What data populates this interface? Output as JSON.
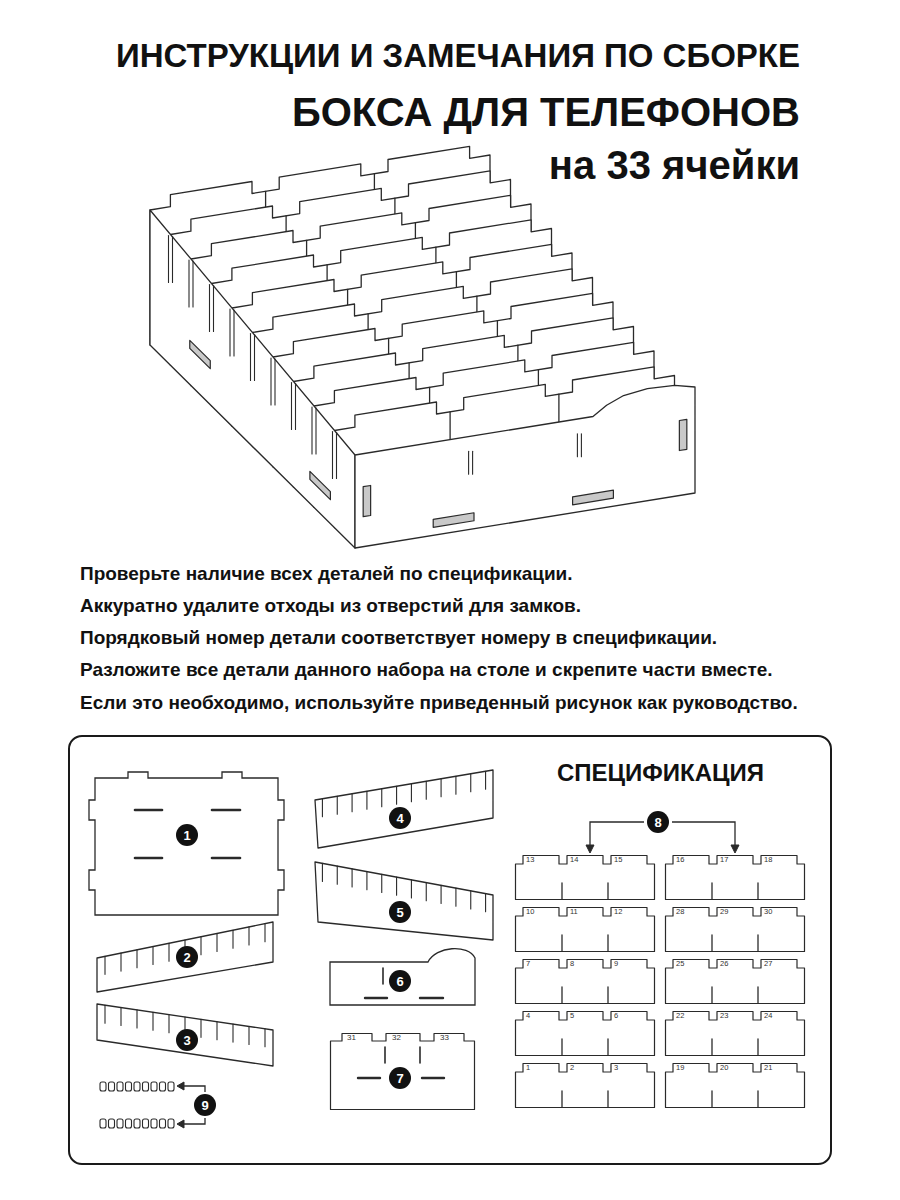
{
  "diagram": {
    "title": "ИНСТРУКЦИИ И ЗАМЕЧАНИЯ ПО СБОРКЕ",
    "nodes": [
      {
        "text": [
          "СПЕЦИФИКАЦИЯ"
        ]
      },
      {
        "text": [
          "1"
        ],
        "in": 0
      },
      {
        "text": [
          "2"
        ],
        "in": 0
      },
      {
        "text": [
          "3"
        ],
        "in": 0
      },
      {
        "text": [
          "4"
        ],
        "in": 0
      },
      {
        "text": [
          "5"
        ],
        "in": 0
      },
      {
        "text": [
          "6"
        ],
        "in": 0
      },
      {
        "text": [
          "31",
          "32",
          "33"
        ],
        "in": 0
      },
      {
        "text": [
          "7"
        ],
        "in": 7
      },
      {
        "text": [
          "8"
        ],
        "in": 0
      },
      {
        "text": [
          "9"
        ],
        "in": 0
      },
      {
        "text": [
          "13",
          "14",
          "15"
        ],
        "in": 0
      },
      {
        "text": [
          "16",
          "17",
          "18"
        ],
        "in": 0
      },
      {
        "text": [
          "10",
          "11",
          "12"
        ],
        "in": 0
      },
      {
        "text": [
          "28",
          "29",
          "30"
        ],
        "in": 0
      },
      {
        "text": [
          "7",
          "8",
          "9"
        ],
        "in": 0
      },
      {
        "text": [
          "25",
          "26",
          "27"
        ],
        "in": 0
      },
      {
        "text": [
          "4",
          "5",
          "6"
        ],
        "in": 0
      },
      {
        "text": [
          "22",
          "23",
          "24"
        ],
        "in": 0
      },
      {
        "text": [
          "1",
          "2",
          "3"
        ],
        "in": 0
      },
      {
        "text": [
          "19",
          "20",
          "21"
        ],
        "in": 0
      }
    ],
    "labels": [
      "БОКСА ДЛЯ ТЕЛЕФОНОВ",
      "на 33 ячейки",
      "Проверьте наличие всех деталей по спецификации.",
      "Аккуратно удалите отходы из отверстий для замков.",
      "Порядковый номер детали соответствует номеру в спецификации.",
      "Разложите все детали данного набора на столе и скрепите части вместе.",
      "Если это необходимо, используйте приведенный рисунок как руководство."
    ]
  }
}
